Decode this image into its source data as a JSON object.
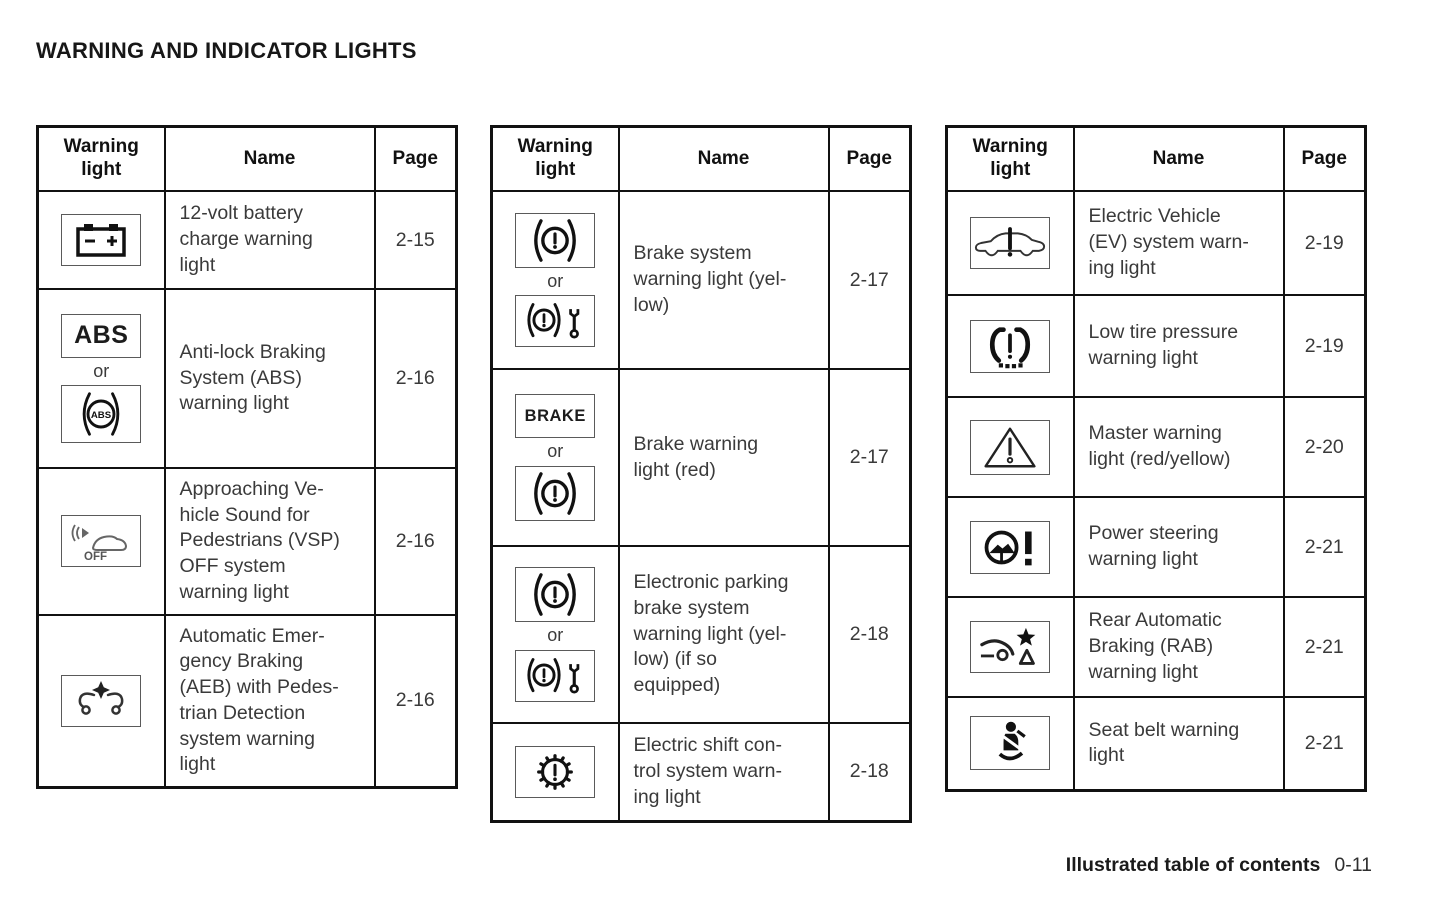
{
  "title": "WARNING AND INDICATOR LIGHTS",
  "footer": {
    "label": "Illustrated table of contents",
    "page_number": "0-11"
  },
  "headers": {
    "warning_light": "Warning light",
    "name": "Name",
    "page": "Page"
  },
  "or_label": "or",
  "icon_labels": {
    "abs": "ABS",
    "brake": "BRAKE",
    "off": "OFF"
  },
  "tables": [
    {
      "rows": [
        {
          "icons": [
            "battery-icon"
          ],
          "name": "12-volt battery\ncharge warning\nlight",
          "page": "2-15"
        },
        {
          "icons": [
            "abs-text-icon",
            "abs-circle-icon"
          ],
          "name": "Anti-lock Braking\nSystem (ABS)\nwarning light",
          "page": "2-16"
        },
        {
          "icons": [
            "vsp-off-icon"
          ],
          "name": "Approaching Ve-\nhicle Sound for\nPedestrians (VSP)\nOFF system\nwarning light",
          "page": "2-16"
        },
        {
          "icons": [
            "aeb-pedestrian-icon"
          ],
          "name": "Automatic Emer-\ngency Braking\n(AEB) with Pedes-\ntrian Detection\nsystem warning\nlight",
          "page": "2-16"
        }
      ]
    },
    {
      "rows": [
        {
          "icons": [
            "brake-warning-icon",
            "brake-malfunction-icon"
          ],
          "name": "Brake system\nwarning light (yel-\nlow)",
          "page": "2-17"
        },
        {
          "icons": [
            "brake-text-icon",
            "brake-warning-icon"
          ],
          "name": "Brake warning\nlight (red)",
          "page": "2-17"
        },
        {
          "icons": [
            "brake-warning-icon",
            "brake-malfunction-icon"
          ],
          "name": "Electronic parking\nbrake system\nwarning light (yel-\nlow) (if so\nequipped)",
          "page": "2-18"
        },
        {
          "icons": [
            "electric-shift-icon"
          ],
          "name": "Electric shift con-\ntrol system warn-\ning light",
          "page": "2-18"
        }
      ]
    },
    {
      "rows": [
        {
          "icons": [
            "ev-system-icon"
          ],
          "name": "Electric Vehicle\n(EV) system warn-\ning light",
          "page": "2-19"
        },
        {
          "icons": [
            "low-tire-pressure-icon"
          ],
          "name": "Low tire pressure\nwarning light",
          "page": "2-19"
        },
        {
          "icons": [
            "master-warning-icon"
          ],
          "name": "Master warning\nlight (red/yellow)",
          "page": "2-20"
        },
        {
          "icons": [
            "power-steering-icon"
          ],
          "name": "Power steering\nwarning light",
          "page": "2-21"
        },
        {
          "icons": [
            "rear-automatic-braking-icon"
          ],
          "name": "Rear Automatic\nBraking (RAB)\nwarning light",
          "page": "2-21"
        },
        {
          "icons": [
            "seat-belt-icon"
          ],
          "name": "Seat belt warning\nlight",
          "page": "2-21"
        }
      ]
    }
  ]
}
